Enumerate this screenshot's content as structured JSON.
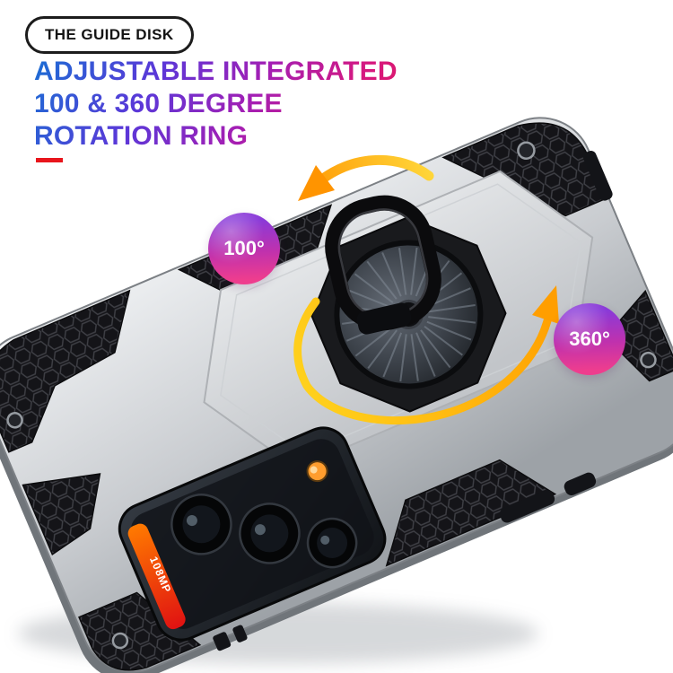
{
  "meta": {
    "type": "product-marketing-image",
    "size": "750x750",
    "background": "#ffffff"
  },
  "top_badge": {
    "label": "THE GUIDE DISK"
  },
  "headline": {
    "lines": [
      "ADJUSTABLE INTEGRATED",
      "100 & 360 DEGREE",
      "ROTATION RING"
    ],
    "gradient_colors": [
      "#1a6fd4",
      "#5b37d8",
      "#a31fb4",
      "#d6187f",
      "#e01960"
    ]
  },
  "accent_rule": {
    "color": "#e8151c"
  },
  "callouts": {
    "deg100": {
      "label": "100°"
    },
    "deg360": {
      "label": "360°"
    },
    "badge_gradient": {
      "top": "#8a3ad8",
      "bottom": "#ee3d8e"
    }
  },
  "product": {
    "description": "silver armor phone case with black honeycomb accents and rotating ring kickstand",
    "camera_label": "108MP",
    "case_color": "#c9ccd0",
    "accent_color": "#141418",
    "arrow_colors": {
      "start": "#ffd83b",
      "end": "#ff9400"
    }
  }
}
